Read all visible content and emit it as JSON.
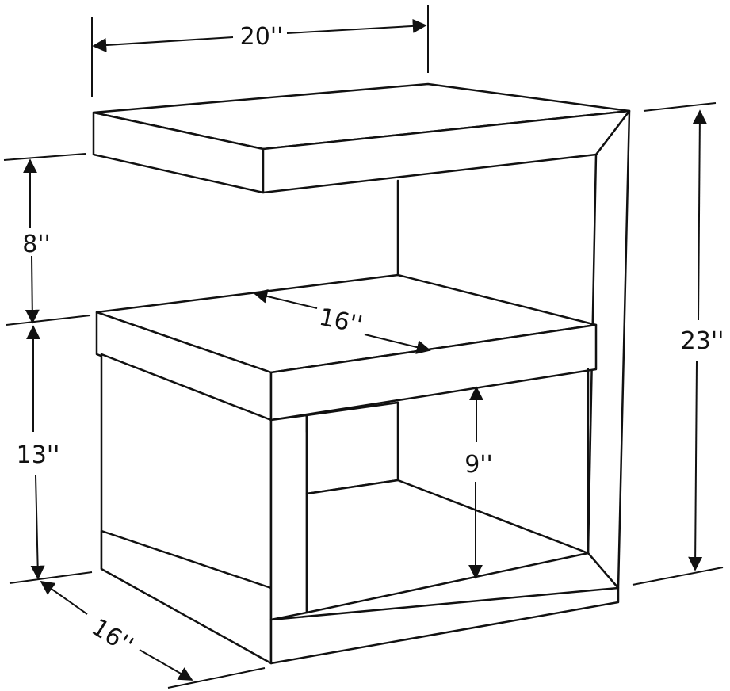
{
  "colors": {
    "line": "#111111",
    "background": "#ffffff"
  },
  "dimensions": {
    "width_top": "20''",
    "depth_shelf": "16''",
    "height_total": "23''",
    "clearance_upper": "8''",
    "height_lower": "13''",
    "opening_height": "9''",
    "depth_base": "16''"
  }
}
